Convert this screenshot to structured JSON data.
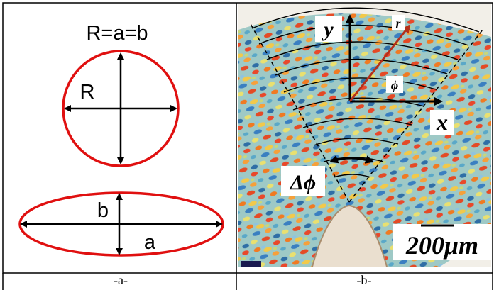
{
  "panel_a": {
    "equation": "R=a=b",
    "circle_label": "R",
    "ellipse_label_minor": "b",
    "ellipse_label_major": "a",
    "shape_color": "#e01010",
    "caption": "-a-"
  },
  "panel_b": {
    "axis_y": "y",
    "axis_r": "r",
    "axis_phi": "ϕ",
    "axis_x": "x",
    "angle_label": "Δϕ",
    "scale_bar": "200μm",
    "arrow_color": "#b5301a",
    "caption": "-b-"
  }
}
